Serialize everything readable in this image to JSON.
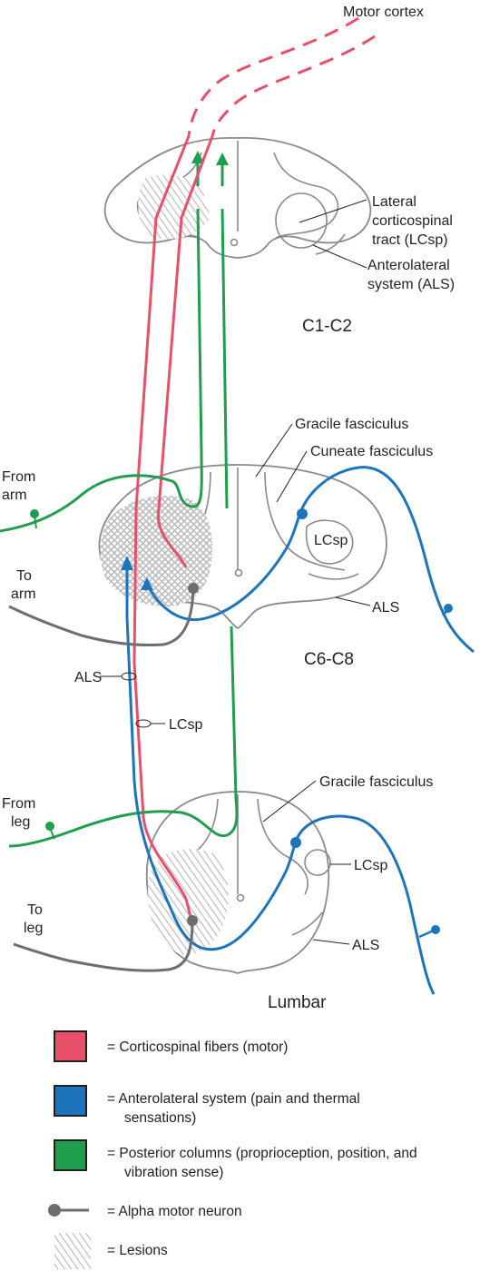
{
  "labels": {
    "motor_cortex": "Motor cortex",
    "lateral_cst_1": "Lateral",
    "lateral_cst_2": "corticospinal",
    "lateral_cst_3": "tract (LCsp)",
    "als_1": "Anterolateral",
    "als_2": "system (ALS)",
    "c1c2": "C1-C2",
    "gracile_1": "Gracile fasciculus",
    "cuneate": "Cuneate fasciculus",
    "from_arm_1": "From",
    "from_arm_2": "arm",
    "to_arm_1": "To",
    "to_arm_2": "arm",
    "lcsp_c6": "LCsp",
    "als_c6": "ALS",
    "c6c8": "C6-C8",
    "als_left": "ALS",
    "lcsp_left": "LCsp",
    "gracile_2": "Gracile fasciculus",
    "from_leg_1": "From",
    "from_leg_2": "leg",
    "to_leg_1": "To",
    "to_leg_2": "leg",
    "lcsp_lumbar": "LCsp",
    "als_lumbar": "ALS",
    "lumbar": "Lumbar"
  },
  "legend": [
    {
      "key": "corticospinal",
      "line1": "=  Corticospinal fibers (motor)",
      "line2": "",
      "color": "#e8506a"
    },
    {
      "key": "als",
      "line1": "=  Anterolateral system (pain and thermal",
      "line2": "sensations)",
      "color": "#1c75bc"
    },
    {
      "key": "posterior",
      "line1": "=  Posterior columns (proprioception, position, and",
      "line2": "vibration sense)",
      "color": "#1f9e4d"
    },
    {
      "key": "alpha",
      "line1": "=  Alpha motor neuron",
      "line2": "",
      "color": "#6d6e71"
    },
    {
      "key": "lesions",
      "line1": "=  Lesions",
      "line2": "",
      "color": "#c8c8c8"
    }
  ],
  "colors": {
    "corticospinal": "#e8506a",
    "anterolateral": "#1c75bc",
    "posterior_columns": "#1f9e4d",
    "alpha_motor": "#6d6e71",
    "outline": "#8a8a8a"
  }
}
